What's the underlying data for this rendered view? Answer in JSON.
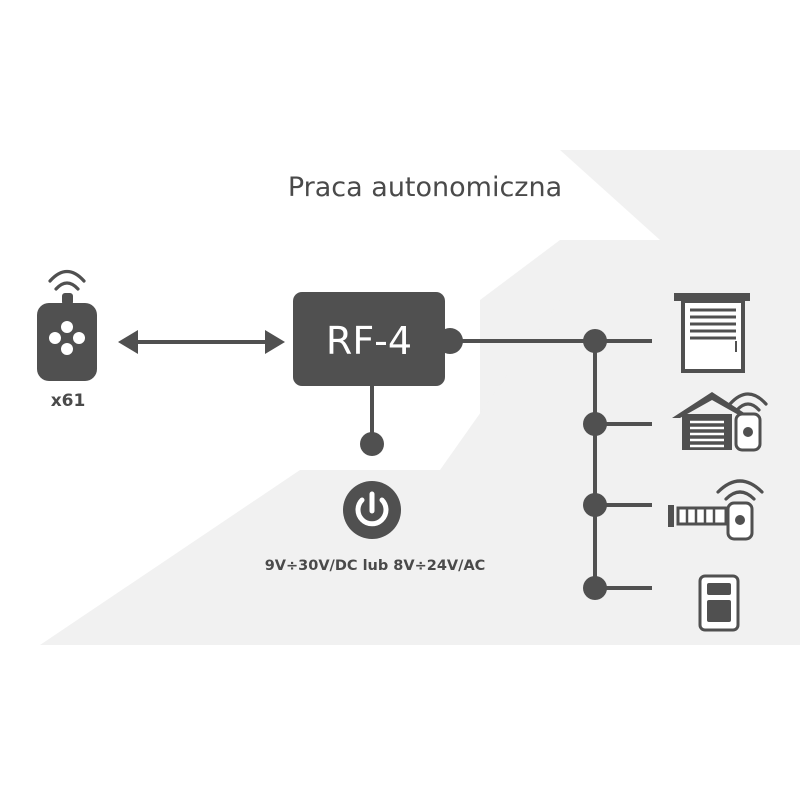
{
  "diagram": {
    "title": "Praca autonomiczna",
    "module": {
      "label": "RF-4"
    },
    "remote": {
      "count_label": "x61"
    },
    "power": {
      "label": "9V÷30V/DC lub 8V÷24V/AC"
    },
    "devices": [
      {
        "icon": "roller-blind-icon"
      },
      {
        "icon": "garage-door-icon"
      },
      {
        "icon": "gate-icon"
      },
      {
        "icon": "intercom-icon"
      }
    ]
  },
  "colors": {
    "primary": "#505050",
    "background": "#ffffff",
    "backdrop": "#f1f1f1"
  }
}
